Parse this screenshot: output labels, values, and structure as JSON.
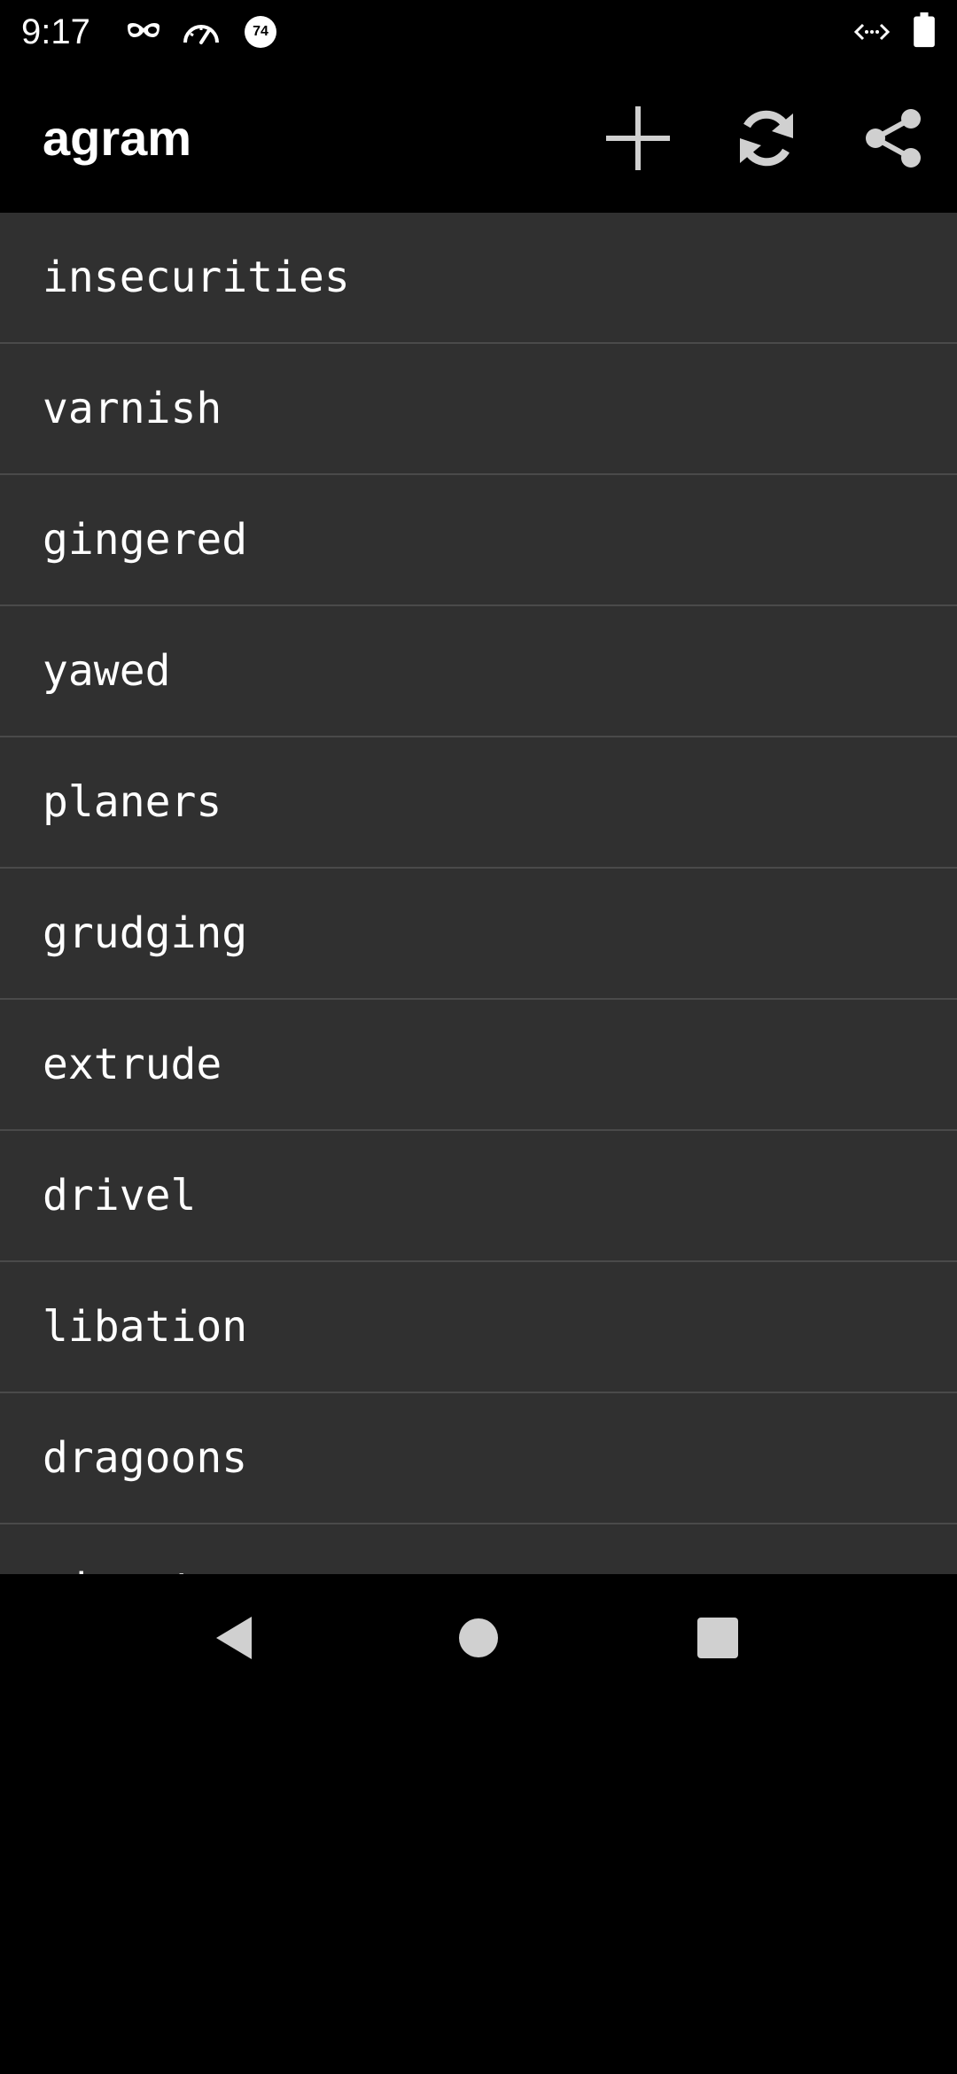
{
  "status_bar": {
    "time": "9:17",
    "icons": [
      "incognito-icon",
      "speedometer-icon",
      "notification-badge-icon",
      "code-icon",
      "battery-icon"
    ],
    "badge_number": "74"
  },
  "app_bar": {
    "title": "agram",
    "actions": [
      {
        "name": "add-button",
        "icon": "plus-icon"
      },
      {
        "name": "refresh-button",
        "icon": "refresh-icon"
      },
      {
        "name": "share-button",
        "icon": "share-icon"
      }
    ]
  },
  "words": [
    "insecurities",
    "varnish",
    "gingered",
    "yawed",
    "planers",
    "grudging",
    "extrude",
    "drivel",
    "libation",
    "dragoons",
    "signatures"
  ],
  "navigation": {
    "buttons": [
      "back-icon",
      "home-icon",
      "recents-icon"
    ]
  },
  "colors": {
    "background": "#000000",
    "list_background": "#303030",
    "divider": "#4a4a4a",
    "text": "#ffffff",
    "icon": "#d0d0d0"
  }
}
